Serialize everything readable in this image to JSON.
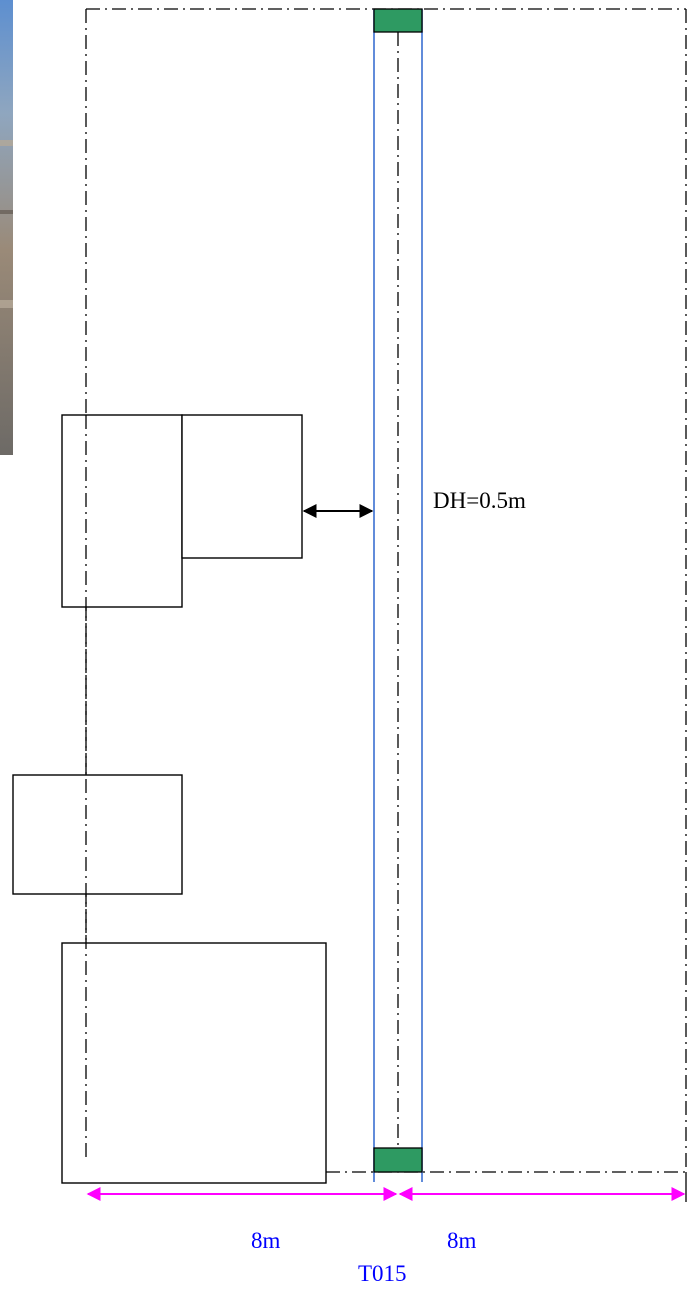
{
  "labels": {
    "offset": "DH=0.5m",
    "left_width": "8m",
    "right_width": "8m",
    "section_id": "T015"
  },
  "colors": {
    "boundary": "#000000",
    "road_edge": "#3a6fd0",
    "marker_fill": "#2e9a62",
    "dimension": "#ff00ff",
    "label_blue": "#0000ff"
  },
  "photo": {
    "visible": true,
    "sky": "#5d8fd0",
    "stone": "#9a8a78"
  }
}
